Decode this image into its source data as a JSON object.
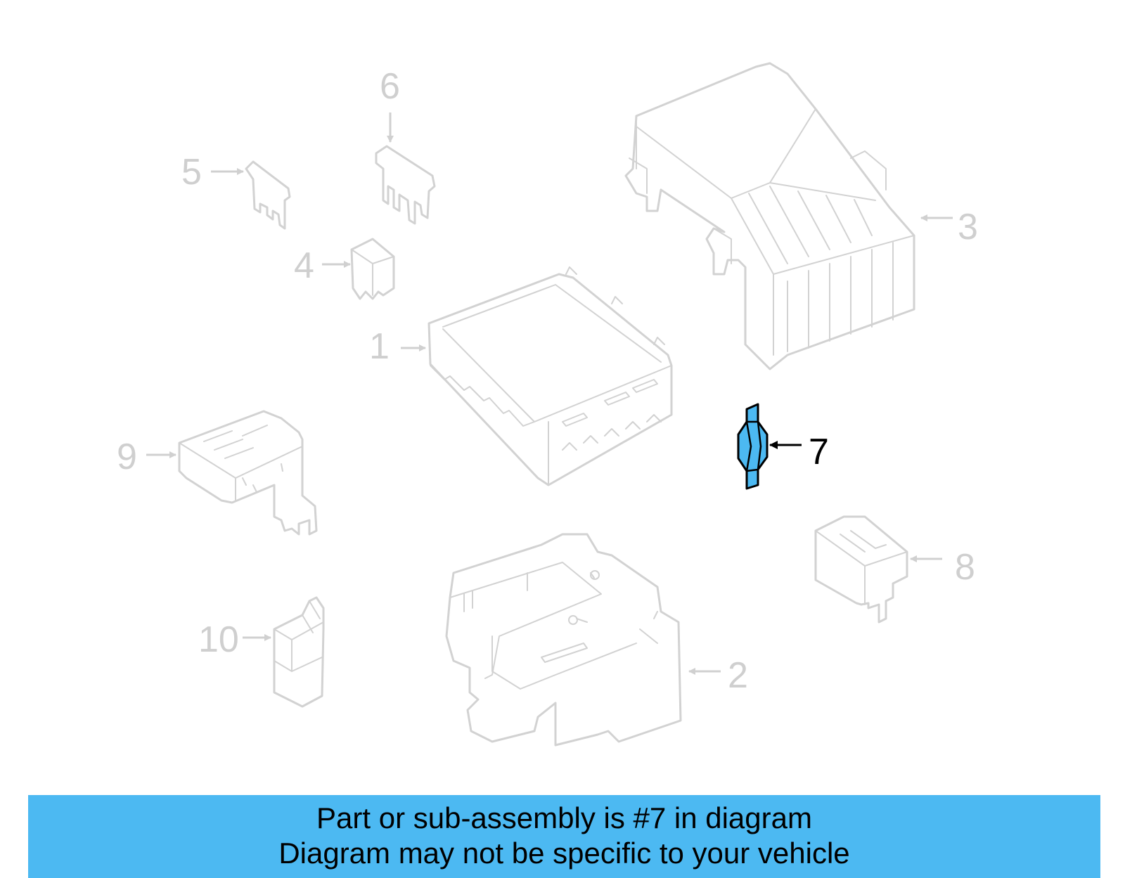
{
  "diagram": {
    "callouts": [
      {
        "id": "1",
        "label": "1"
      },
      {
        "id": "2",
        "label": "2"
      },
      {
        "id": "3",
        "label": "3"
      },
      {
        "id": "4",
        "label": "4"
      },
      {
        "id": "5",
        "label": "5"
      },
      {
        "id": "6",
        "label": "6"
      },
      {
        "id": "7",
        "label": "7",
        "highlighted": true
      },
      {
        "id": "8",
        "label": "8"
      },
      {
        "id": "9",
        "label": "9"
      },
      {
        "id": "10",
        "label": "10"
      }
    ],
    "colors": {
      "highlight": "#4cb9f2",
      "inactive_line": "#d2d2d2",
      "active_line": "#000000",
      "banner": "#4cb9f2"
    }
  },
  "banner": {
    "line1": "Part or sub-assembly is #7 in diagram",
    "line2": "Diagram may not be specific to your vehicle"
  }
}
